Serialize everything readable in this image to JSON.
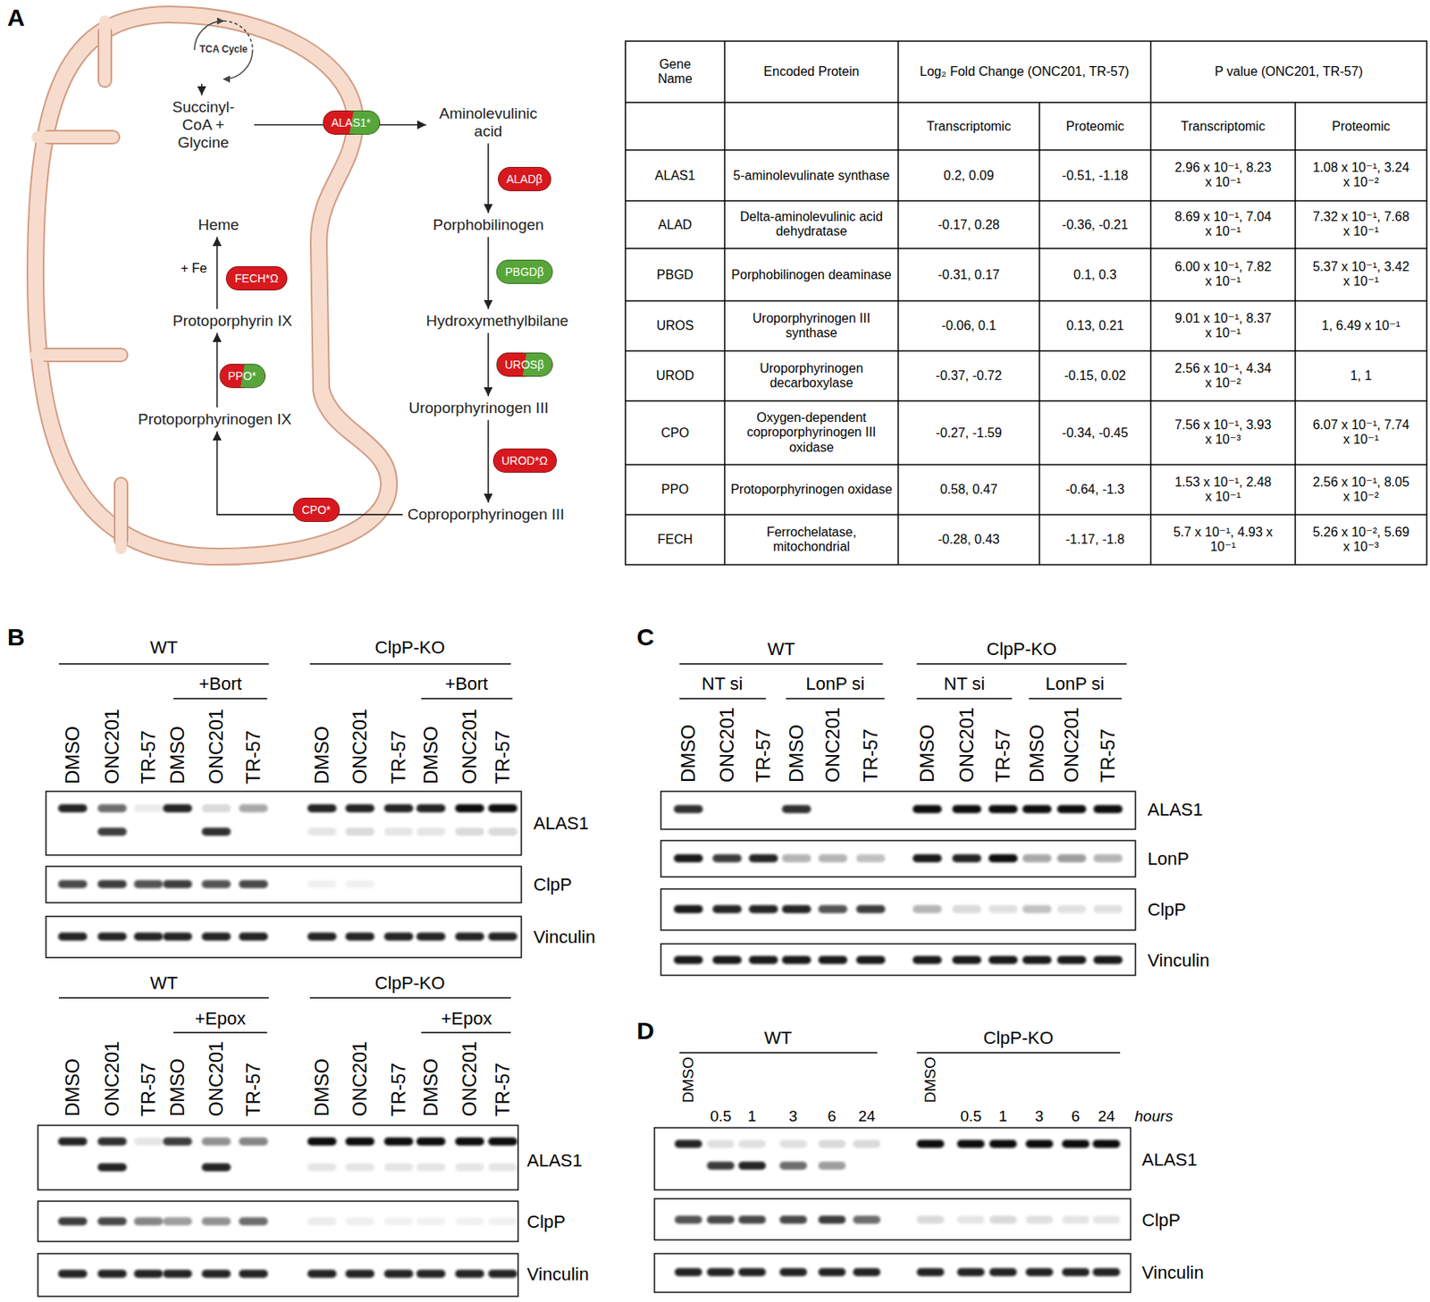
{
  "diagram": {
    "nodes": [
      {
        "text": [
          "TCA Cycle"
        ]
      },
      {
        "text": [
          "Succinyl-CoA + Glycine"
        ]
      },
      {
        "text": [
          "ALAS1*"
        ]
      },
      {
        "text": [
          "Aminolevulinic acid"
        ]
      },
      {
        "text": [
          "ALADβ"
        ]
      },
      {
        "text": [
          "Porphobilinogen"
        ]
      },
      {
        "text": [
          "PBGDβ"
        ]
      },
      {
        "text": [
          "Hydroxymethylbilane"
        ]
      },
      {
        "text": [
          "UROSβ"
        ]
      },
      {
        "text": [
          "Uroporphyrinogen III"
        ]
      },
      {
        "text": [
          "UROD*Ω"
        ]
      },
      {
        "text": [
          "Coproporphyrinogen III"
        ]
      },
      {
        "text": [
          "CPO*"
        ]
      },
      {
        "text": [
          "Protoporphyrinogen IX"
        ]
      },
      {
        "text": [
          "PPO*"
        ]
      },
      {
        "text": [
          "Protoporphyrin IX"
        ]
      },
      {
        "text": [
          "FECH*Ω"
        ]
      },
      {
        "text": [
          "Heme"
        ]
      }
    ],
    "edges": [
      {
        "from": 0,
        "to": 1,
        "arrow": "to"
      },
      {
        "from": 1,
        "to": 3,
        "arrow": "to"
      },
      {
        "from": 3,
        "to": 5,
        "arrow": "to"
      },
      {
        "from": 5,
        "to": 7,
        "arrow": "to"
      },
      {
        "from": 7,
        "to": 9,
        "arrow": "to"
      },
      {
        "from": 9,
        "to": 11,
        "arrow": "to"
      },
      {
        "from": 11,
        "to": 13,
        "arrow": "to"
      },
      {
        "from": 13,
        "to": 15,
        "arrow": "to"
      },
      {
        "from": 15,
        "to": 17,
        "arrow": "to"
      }
    ],
    "labels": [
      "A",
      "B",
      "C",
      "D",
      "+ Fe",
      "Gene Name",
      "Encoded Protein",
      "Log₂ Fold Change (ONC201, TR-57)",
      "P value (ONC201, TR-57)",
      "Transcriptomic",
      "Proteomic",
      "Transcriptomic",
      "Proteomic",
      "ALAS1",
      "5-aminolevulinate synthase",
      "0.2, 0.09",
      "-0.51, -1.18",
      "2.96 x 10⁻¹, 8.23 x 10⁻¹",
      "1.08 x 10⁻¹, 3.24 x 10⁻²",
      "ALAD",
      "Delta-aminolevulinic acid dehydratase",
      "-0.17, 0.28",
      "-0.36, -0.21",
      "8.69 x 10⁻¹, 7.04 x 10⁻¹",
      "7.32 x 10⁻¹, 7.68 x 10⁻¹",
      "PBGD",
      "Porphobilinogen deaminase",
      "-0.31, 0.17",
      "0.1, 0.3",
      "6.00 x 10⁻¹, 7.82 x 10⁻¹",
      "5.37 x 10⁻¹, 3.42 x 10⁻¹",
      "UROS",
      "Uroporphyrinogen III synthase",
      "-0.06, 0.1",
      "0.13, 0.21",
      "9.01 x 10⁻¹, 8.37 x 10⁻¹",
      "1, 6.49 x 10⁻¹",
      "UROD",
      "Uroporphyrinogen decarboxylase",
      "-0.37, -0.72",
      "-0.15, 0.02",
      "2.56 x 10⁻¹, 4.34 x 10⁻²",
      "1, 1",
      "CPO",
      "Oxygen-dependent coproporphyrinogen III oxidase",
      "-0.27, -1.59",
      "-0.34, -0.45",
      "7.56 x 10⁻¹, 3.93 x 10⁻³",
      "6.07 x 10⁻¹, 7.74 x 10⁻¹",
      "PPO",
      "Protoporphyrinogen oxidase",
      "0.58, 0.47",
      "-0.64, -1.3",
      "1.53 x 10⁻¹, 2.48 x 10⁻¹",
      "2.56 x 10⁻¹, 8.05 x 10⁻²",
      "FECH",
      "Ferrochelatase, mitochondrial",
      "-0.28, 0.43",
      "-1.17, -1.8",
      "5.7 x 10⁻¹, 4.93 x 10⁻¹",
      "5.26 x 10⁻², 5.69 x 10⁻³",
      "WT",
      "+Bort",
      "ClpP-KO",
      "+Bort",
      "DMSO",
      "ONC201",
      "TR-57",
      "DMSO",
      "ONC201",
      "TR-57",
      "DMSO",
      "ONC201",
      "TR-57",
      "DMSO",
      "ONC201",
      "TR-57",
      "ALAS1",
      "ClpP",
      "Vinculin",
      "WT",
      "+Epox",
      "ClpP-KO",
      "+Epox",
      "DMSO",
      "ONC201",
      "TR-57",
      "DMSO",
      "ONC201",
      "TR-57",
      "DMSO",
      "ONC201",
      "TR-57",
      "DMSO",
      "ONC201",
      "TR-57",
      "ALAS1",
      "ClpP",
      "Vinculin",
      "WT",
      "NT si",
      "LonP si",
      "ClpP-KO",
      "NT si",
      "LonP si",
      "DMSO",
      "ONC201",
      "TR-57",
      "DMSO",
      "ONC201",
      "TR-57",
      "DMSO",
      "ONC201",
      "TR-57",
      "DMSO",
      "ONC201",
      "TR-57",
      "ALAS1",
      "LonP",
      "ClpP",
      "Vinculin",
      "WT",
      "ClpP-KO",
      "DMSO",
      "0.5",
      "1",
      "3",
      "6",
      "24",
      "DMSO",
      "0.5",
      "1",
      "3",
      "6",
      "24",
      "hours",
      "ALAS1",
      "ClpP",
      "Vinculin"
    ]
  }
}
